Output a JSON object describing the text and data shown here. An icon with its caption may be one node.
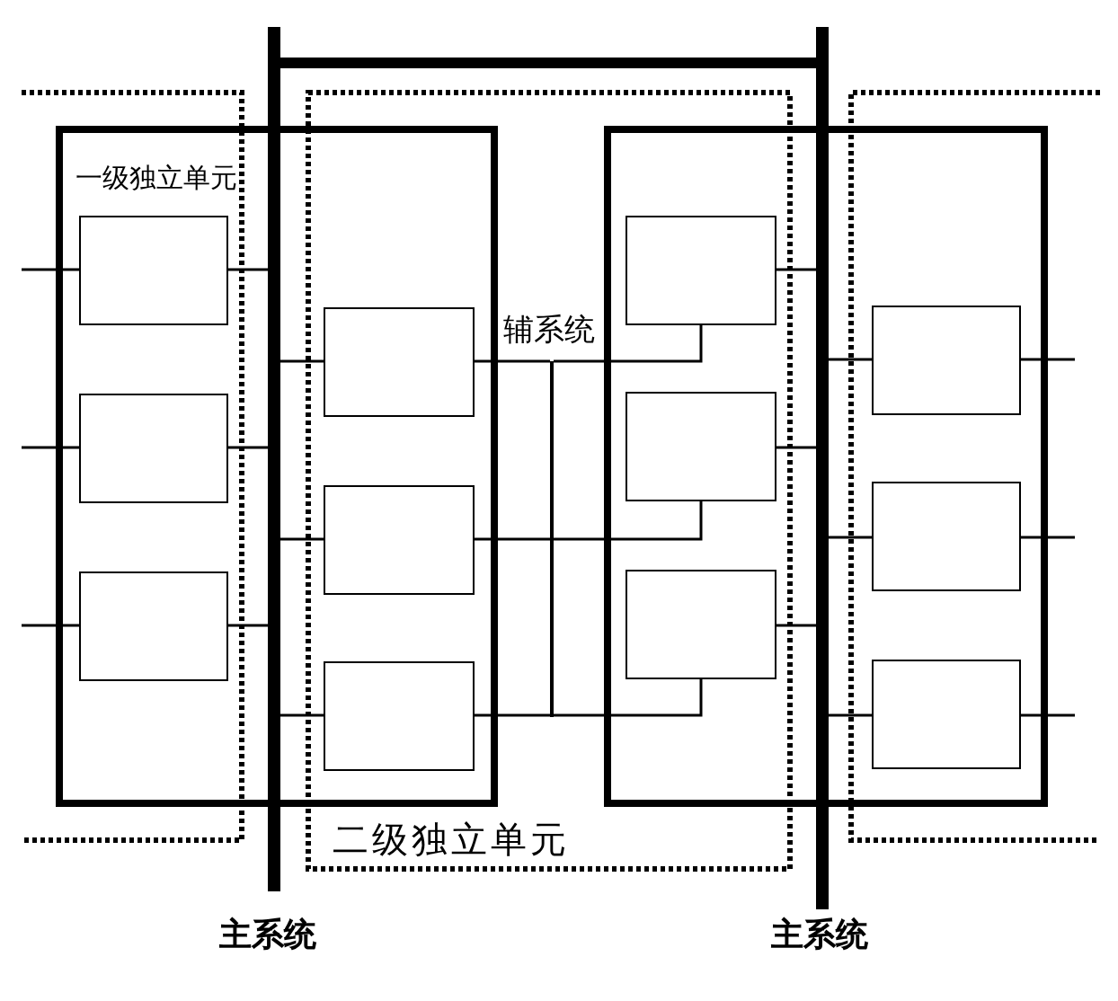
{
  "diagram": {
    "nodes": [
      {
        "text": [],
        "shape": "box"
      },
      {
        "text": [],
        "shape": "box"
      },
      {
        "text": [],
        "shape": "box"
      },
      {
        "text": [],
        "shape": "box"
      },
      {
        "text": [],
        "shape": "box"
      },
      {
        "text": [],
        "shape": "box"
      },
      {
        "text": [],
        "shape": "box"
      },
      {
        "text": [],
        "shape": "box"
      },
      {
        "text": [],
        "shape": "box"
      },
      {
        "text": [],
        "shape": "box"
      },
      {
        "text": [],
        "shape": "box"
      },
      {
        "text": [],
        "shape": "box"
      },
      {
        "text": [],
        "shape": "bar",
        "beside": [
          "主系统"
        ]
      },
      {
        "text": [],
        "shape": "bar",
        "beside": [
          "主系统"
        ]
      },
      {
        "text": [],
        "shape": "bar",
        "beside": [
          "辅系统"
        ]
      }
    ],
    "edges": [
      {
        "from": 12,
        "to": 13,
        "arrow": "none",
        "style": "thick"
      },
      {
        "from": null,
        "to": 0,
        "arrow": "none"
      },
      {
        "from": null,
        "to": 1,
        "arrow": "none"
      },
      {
        "from": null,
        "to": 2,
        "arrow": "none"
      },
      {
        "from": 0,
        "to": 12,
        "arrow": "none"
      },
      {
        "from": 1,
        "to": 12,
        "arrow": "none"
      },
      {
        "from": 2,
        "to": 12,
        "arrow": "none"
      },
      {
        "from": 12,
        "to": 3,
        "arrow": "none"
      },
      {
        "from": 12,
        "to": 4,
        "arrow": "none"
      },
      {
        "from": 12,
        "to": 5,
        "arrow": "none"
      },
      {
        "from": 3,
        "to": 14,
        "arrow": "none"
      },
      {
        "from": 4,
        "to": 14,
        "arrow": "none"
      },
      {
        "from": 5,
        "to": 14,
        "arrow": "none"
      },
      {
        "from": 6,
        "to": 14,
        "arrow": "none"
      },
      {
        "from": 7,
        "to": 14,
        "arrow": "none"
      },
      {
        "from": 8,
        "to": 14,
        "arrow": "none"
      },
      {
        "from": 6,
        "to": 13,
        "arrow": "none"
      },
      {
        "from": 7,
        "to": 13,
        "arrow": "none"
      },
      {
        "from": 8,
        "to": 13,
        "arrow": "none"
      },
      {
        "from": 13,
        "to": 9,
        "arrow": "none"
      },
      {
        "from": 13,
        "to": 10,
        "arrow": "none"
      },
      {
        "from": 13,
        "to": 11,
        "arrow": "none"
      },
      {
        "from": 9,
        "to": null,
        "arrow": "none"
      },
      {
        "from": 10,
        "to": null,
        "arrow": "none"
      },
      {
        "from": 11,
        "to": null,
        "arrow": "none"
      }
    ],
    "labels": [
      "一级独立单元",
      "二级独立单元"
    ]
  }
}
